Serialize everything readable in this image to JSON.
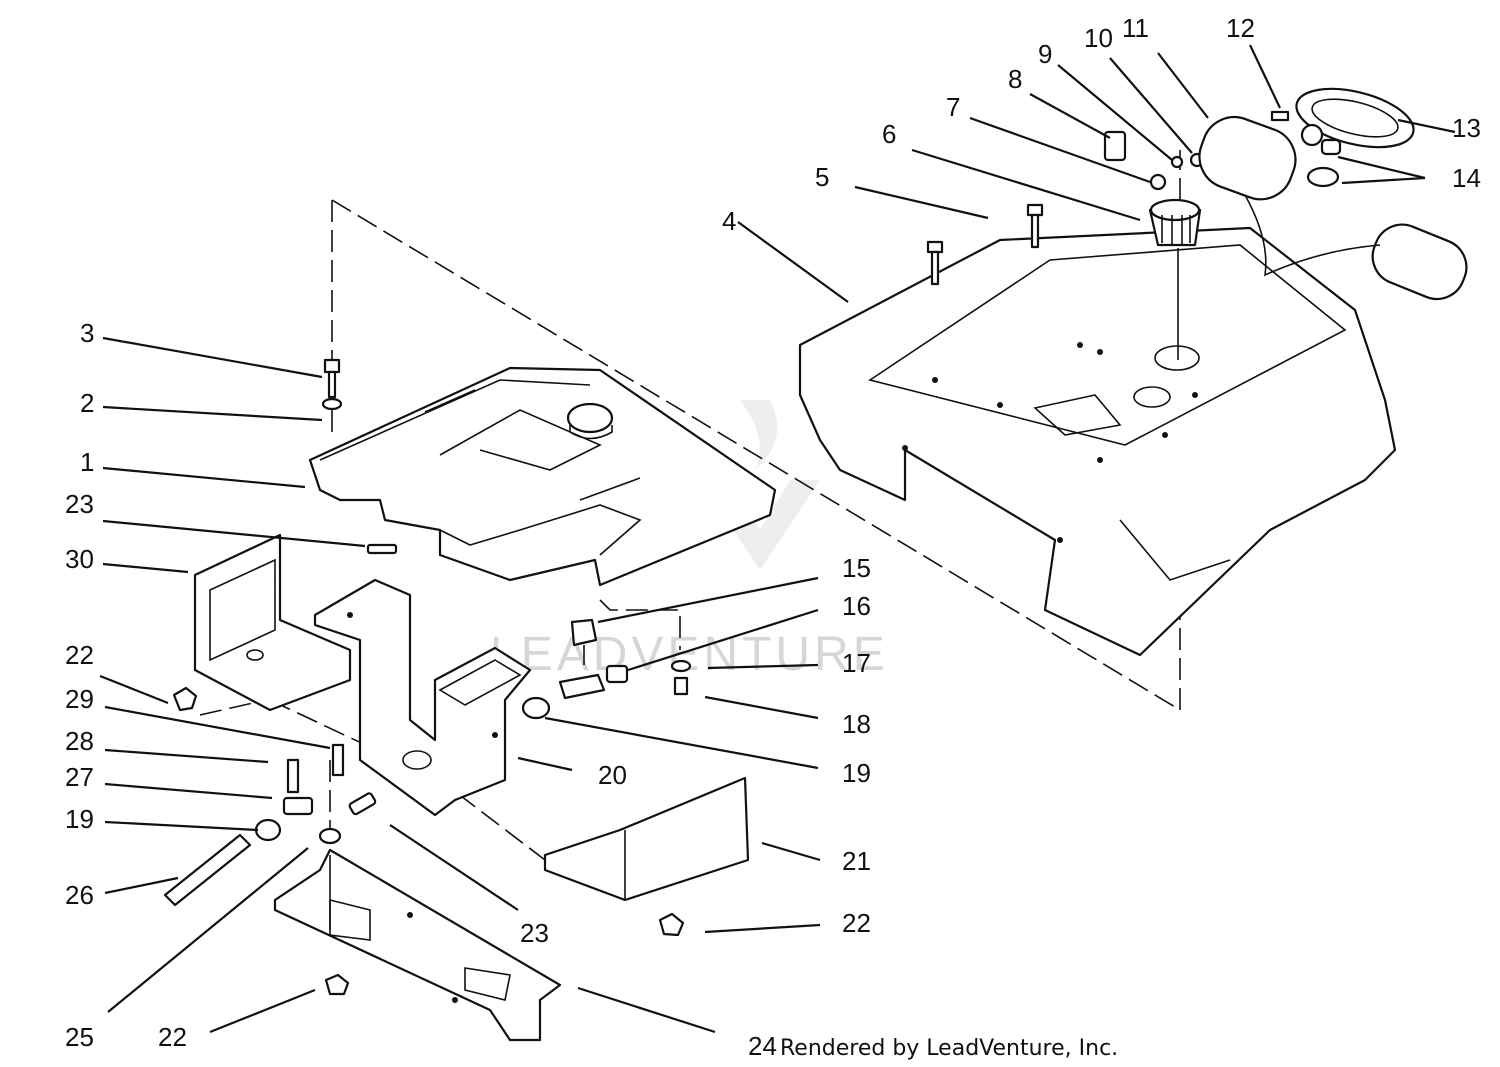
{
  "watermark": "LEADVENTURE",
  "footer": {
    "part_number": "24",
    "credit": "Rendered by LeadVenture, Inc."
  },
  "callouts": [
    {
      "id": "c1",
      "label": "1"
    },
    {
      "id": "c2",
      "label": "2"
    },
    {
      "id": "c3",
      "label": "3"
    },
    {
      "id": "c4",
      "label": "4"
    },
    {
      "id": "c5",
      "label": "5"
    },
    {
      "id": "c6",
      "label": "6"
    },
    {
      "id": "c7",
      "label": "7"
    },
    {
      "id": "c8",
      "label": "8"
    },
    {
      "id": "c9",
      "label": "9"
    },
    {
      "id": "c10",
      "label": "10"
    },
    {
      "id": "c11",
      "label": "11"
    },
    {
      "id": "c12",
      "label": "12"
    },
    {
      "id": "c13",
      "label": "13"
    },
    {
      "id": "c14",
      "label": "14"
    },
    {
      "id": "c15",
      "label": "15"
    },
    {
      "id": "c16",
      "label": "16"
    },
    {
      "id": "c17",
      "label": "17"
    },
    {
      "id": "c18",
      "label": "18"
    },
    {
      "id": "c19a",
      "label": "19"
    },
    {
      "id": "c20",
      "label": "20"
    },
    {
      "id": "c21",
      "label": "21"
    },
    {
      "id": "c22a",
      "label": "22"
    },
    {
      "id": "c23a",
      "label": "23"
    },
    {
      "id": "c30",
      "label": "30"
    },
    {
      "id": "c22b",
      "label": "22"
    },
    {
      "id": "c29",
      "label": "29"
    },
    {
      "id": "c28",
      "label": "28"
    },
    {
      "id": "c27",
      "label": "27"
    },
    {
      "id": "c19b",
      "label": "19"
    },
    {
      "id": "c26",
      "label": "26"
    },
    {
      "id": "c23b",
      "label": "23"
    },
    {
      "id": "c25",
      "label": "25"
    },
    {
      "id": "c22c",
      "label": "22"
    }
  ]
}
